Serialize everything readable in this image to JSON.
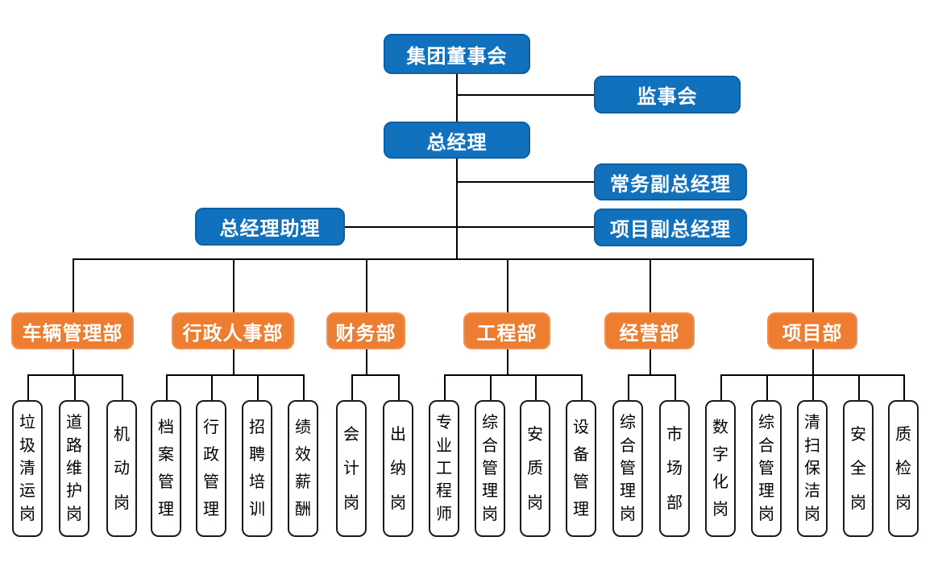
{
  "org": {
    "board": "集团董事会",
    "supervisory": "监事会",
    "gm": "总经理",
    "exec_deputy_gm": "常务副总经理",
    "gm_assistant": "总经理助理",
    "project_deputy_gm": "项目副总经理",
    "departments": [
      {
        "label": "车辆管理部",
        "posts": [
          "垃圾清运岗",
          "道路维护岗",
          "机动岗"
        ]
      },
      {
        "label": "行政人事部",
        "posts": [
          "档案管理",
          "行政管理",
          "招聘培训",
          "绩效薪酬"
        ]
      },
      {
        "label": "财务部",
        "posts": [
          "会计岗",
          "出纳岗"
        ]
      },
      {
        "label": "工程部",
        "posts": [
          "专业工程师",
          "综合管理岗",
          "安质岗",
          "设备管理"
        ]
      },
      {
        "label": "经营部",
        "posts": [
          "综合管理岗",
          "市场部"
        ]
      },
      {
        "label": "项目部",
        "posts": [
          "数字化岗",
          "综合管理岗",
          "清扫保洁岗",
          "安全岗",
          "质检岗"
        ]
      }
    ]
  },
  "colors": {
    "node_blue": "#1171BD",
    "node_blue_border": "#0B5FA4",
    "node_orange": "#ED7D31",
    "node_orange_border": "#EF9152",
    "leaf_bg": "#FFFFFF",
    "leaf_border": "#1A1A1A",
    "connector": "#000000"
  }
}
